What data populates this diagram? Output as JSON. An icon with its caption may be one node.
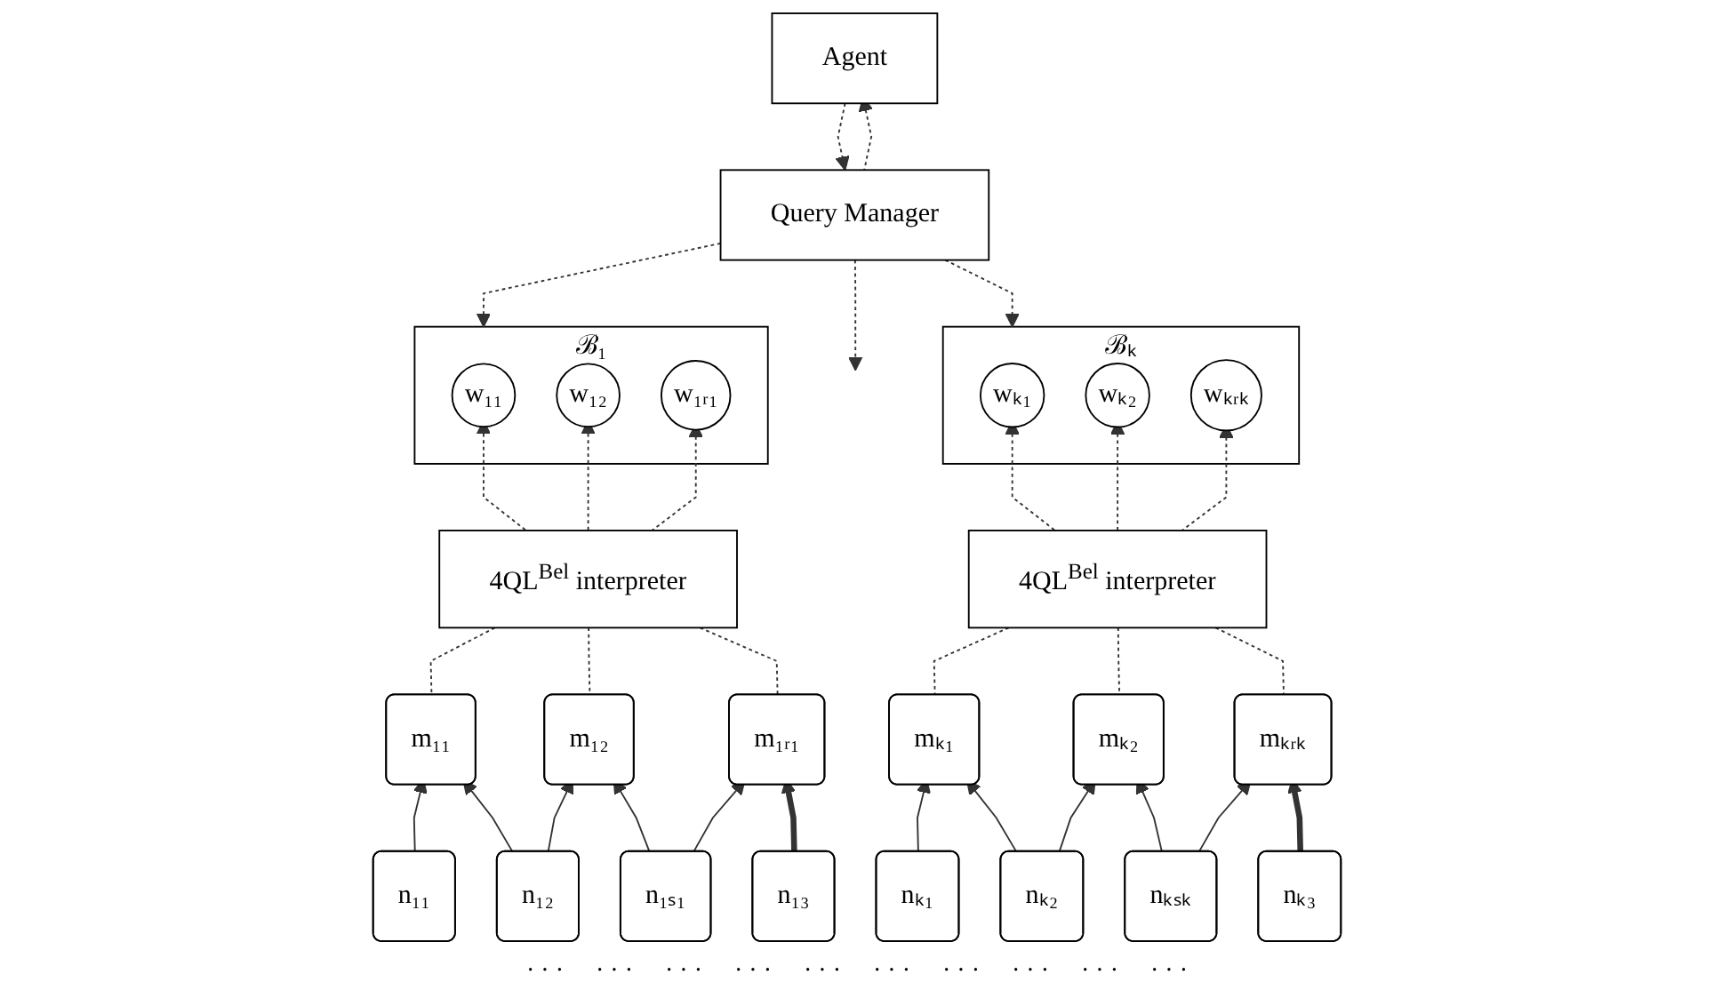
{
  "diagram": {
    "nodes": [
      {
        "text": [
          "Agent"
        ]
      },
      {
        "text": [
          "Query Manager"
        ]
      },
      {
        "text": [
          "ℬ₁"
        ]
      },
      {
        "text": [
          "w₁₁"
        ],
        "in": 2
      },
      {
        "text": [
          "w₁₂"
        ],
        "in": 2
      },
      {
        "text": [
          "w₁ᵣ₁"
        ],
        "in": 2
      },
      {
        "text": [
          "4QL$^{Bel}$ interpreter"
        ]
      },
      {
        "text": [
          "m₁₁"
        ]
      },
      {
        "text": [
          "m₁₂"
        ]
      },
      {
        "text": [
          "m₁ᵣ₁"
        ]
      },
      {
        "text": [
          "n₁₁"
        ]
      },
      {
        "text": [
          "n₁₂"
        ]
      },
      {
        "text": [
          "n₁₃"
        ]
      },
      {
        "text": [
          "n₁ₛ₁"
        ]
      },
      {
        "text": [
          "ℬₖ"
        ]
      },
      {
        "text": [
          "wₖ₁"
        ],
        "in": 14
      },
      {
        "text": [
          "wₖ₂"
        ],
        "in": 14
      },
      {
        "text": [
          "wₖᵣₖ"
        ],
        "in": 14
      },
      {
        "text": [
          "4QL$^{Bel}$ interpreter"
        ]
      },
      {
        "text": [
          "mₖ₁"
        ]
      },
      {
        "text": [
          "mₖ₂"
        ]
      },
      {
        "text": [
          "mₖᵣₖ"
        ]
      },
      {
        "text": [
          "nₖ₁"
        ]
      },
      {
        "text": [
          "nₖ₂"
        ]
      },
      {
        "text": [
          "nₖ₃"
        ]
      },
      {
        "text": [
          "nₖₛₖ"
        ]
      }
    ],
    "edges": [
      {
        "from": 0,
        "to": 1,
        "arrow": "to",
        "style": "dashed"
      },
      {
        "from": 1,
        "to": 0,
        "arrow": "to",
        "style": "dashed"
      },
      {
        "from": 1,
        "to": 2,
        "arrow": "to",
        "style": "dashed"
      },
      {
        "from": 1,
        "to": null,
        "arrow": "to",
        "style": "dashed"
      },
      {
        "from": 1,
        "to": 14,
        "arrow": "to",
        "style": "dashed"
      },
      {
        "from": 6,
        "to": 3,
        "arrow": "to",
        "style": "dashed"
      },
      {
        "from": 6,
        "to": 4,
        "arrow": "to",
        "style": "dashed"
      },
      {
        "from": 6,
        "to": 5,
        "arrow": "to",
        "style": "dashed"
      },
      {
        "from": 7,
        "to": 6,
        "arrow": "none",
        "style": "dashed"
      },
      {
        "from": 8,
        "to": 6,
        "arrow": "none",
        "style": "dashed"
      },
      {
        "from": 9,
        "to": 6,
        "arrow": "none",
        "style": "dashed"
      },
      {
        "from": 10,
        "to": 7,
        "arrow": "to"
      },
      {
        "from": 11,
        "to": 7,
        "arrow": "to"
      },
      {
        "from": 11,
        "to": 8,
        "arrow": "to"
      },
      {
        "from": 12,
        "to": 9,
        "arrow": "to",
        "style": "thick"
      },
      {
        "from": 13,
        "to": 8,
        "arrow": "to"
      },
      {
        "from": 13,
        "to": 9,
        "arrow": "to"
      },
      {
        "from": 18,
        "to": 15,
        "arrow": "to",
        "style": "dashed"
      },
      {
        "from": 18,
        "to": 16,
        "arrow": "to",
        "style": "dashed"
      },
      {
        "from": 18,
        "to": 17,
        "arrow": "to",
        "style": "dashed"
      },
      {
        "from": 19,
        "to": 18,
        "arrow": "none",
        "style": "dashed"
      },
      {
        "from": 20,
        "to": 18,
        "arrow": "none",
        "style": "dashed"
      },
      {
        "from": 21,
        "to": 18,
        "arrow": "none",
        "style": "dashed"
      },
      {
        "from": 22,
        "to": 19,
        "arrow": "to"
      },
      {
        "from": 23,
        "to": 19,
        "arrow": "to"
      },
      {
        "from": 23,
        "to": 20,
        "arrow": "to"
      },
      {
        "from": 24,
        "to": 21,
        "arrow": "to",
        "style": "thick"
      },
      {
        "from": 25,
        "to": 20,
        "arrow": "to"
      },
      {
        "from": 25,
        "to": 21,
        "arrow": "to"
      }
    ],
    "labels": [
      "· · ·",
      "· · ·",
      "· · ·",
      "· · ·",
      "· · ·",
      "· · ·",
      "· · ·",
      "· · ·",
      "· · ·",
      "· · ·"
    ]
  }
}
